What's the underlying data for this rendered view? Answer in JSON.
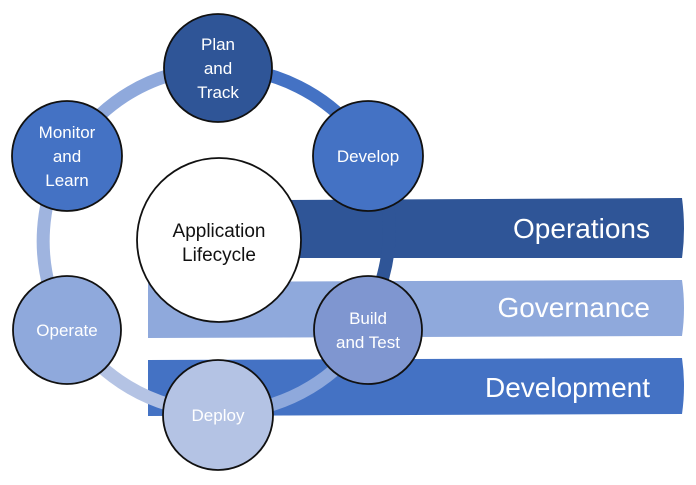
{
  "center": {
    "line1": "Application",
    "line2": "Lifecycle"
  },
  "bands": [
    {
      "label": "Operations",
      "color": "#2f5597"
    },
    {
      "label": "Governance",
      "color": "#8fa9dc"
    },
    {
      "label": "Development",
      "color": "#4472c4"
    }
  ],
  "nodes": [
    {
      "lines": [
        "Plan",
        "and",
        "Track"
      ],
      "color": "#2f5597",
      "text_color": "#ffffff"
    },
    {
      "lines": [
        "Develop"
      ],
      "color": "#4472c4",
      "text_color": "#ffffff"
    },
    {
      "lines": [
        "Build",
        "and Test"
      ],
      "color": "#7f96d0",
      "text_color": "#ffffff"
    },
    {
      "lines": [
        "Deploy"
      ],
      "color": "#b4c3e4",
      "text_color": "#ffffff"
    },
    {
      "lines": [
        "Operate"
      ],
      "color": "#8fa9dc",
      "text_color": "#ffffff"
    },
    {
      "lines": [
        "Monitor",
        "and",
        "Learn"
      ],
      "color": "#4472c4",
      "text_color": "#ffffff"
    }
  ],
  "ring": {
    "color_top": "#4472c4",
    "color_left": "#9fb4df",
    "color_bottom": "#b4c3e4"
  }
}
